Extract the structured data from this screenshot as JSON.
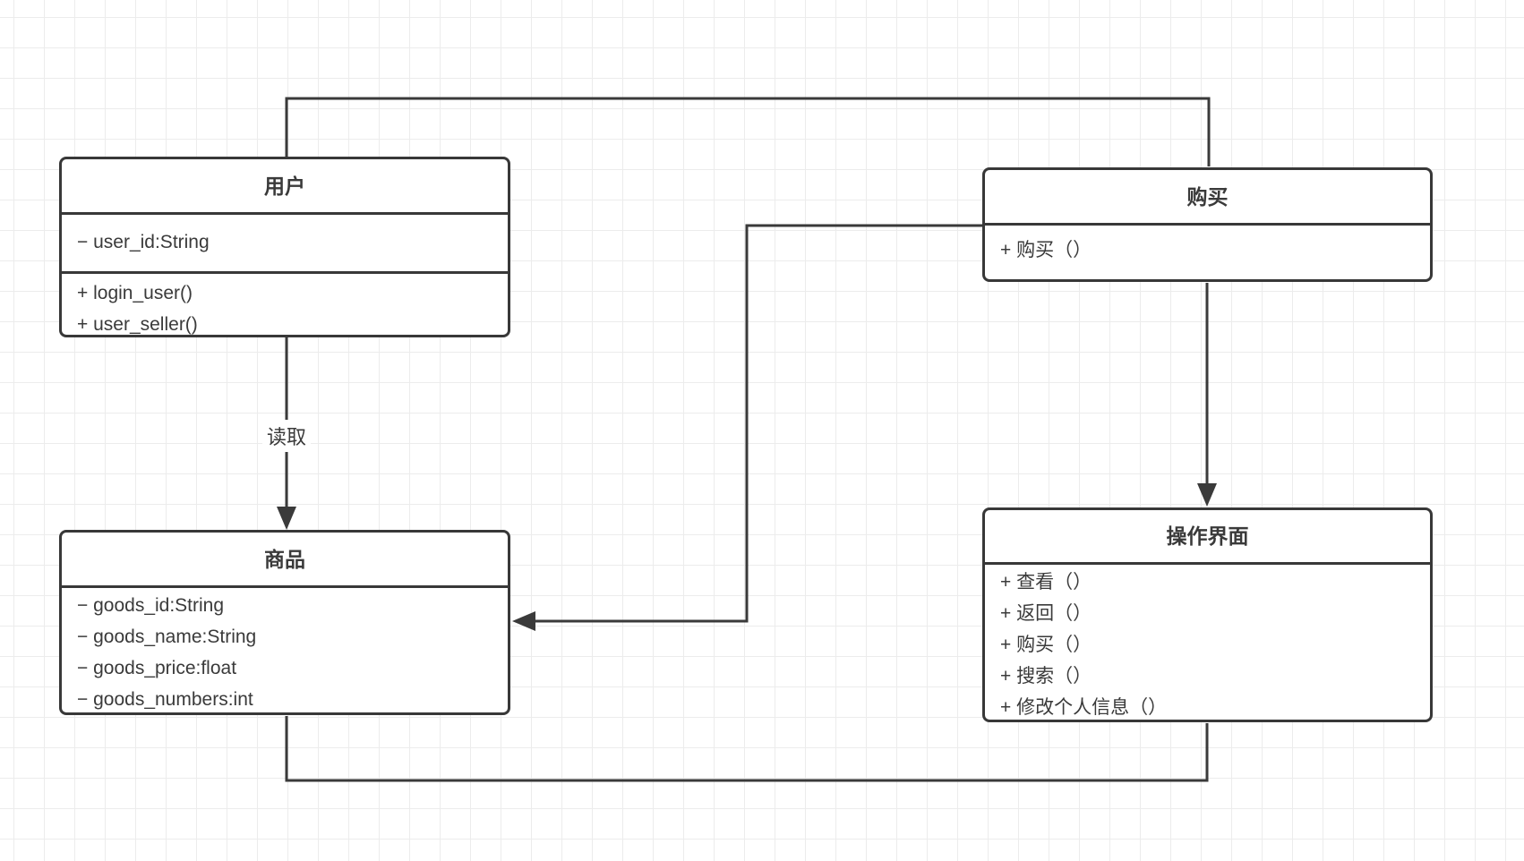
{
  "diagram_type": "uml-class-diagram",
  "colors": {
    "stroke": "#3a3a3a",
    "box_border": "#383838",
    "box_fill": "#ffffff",
    "text": "#3a3a3a",
    "grid_line": "#ececec",
    "background": "#ffffff"
  },
  "classes": {
    "user": {
      "title": "用户",
      "attributes": [
        "− user_id:String"
      ],
      "methods": [
        "+ login_user()",
        "+ user_seller()"
      ]
    },
    "buy": {
      "title": "购买",
      "methods": [
        "+ 购买（）"
      ]
    },
    "goods": {
      "title": "商品",
      "attributes": [
        "− goods_id:String",
        "− goods_name:String",
        "− goods_price:float",
        "− goods_numbers:int"
      ]
    },
    "ui": {
      "title": "操作界面",
      "methods": [
        "+ 查看（）",
        "+ 返回（）",
        "+ 购买（）",
        "+ 搜索（）",
        "+ 修改个人信息（）"
      ]
    }
  },
  "edges": {
    "user_goods_label": "读取"
  }
}
